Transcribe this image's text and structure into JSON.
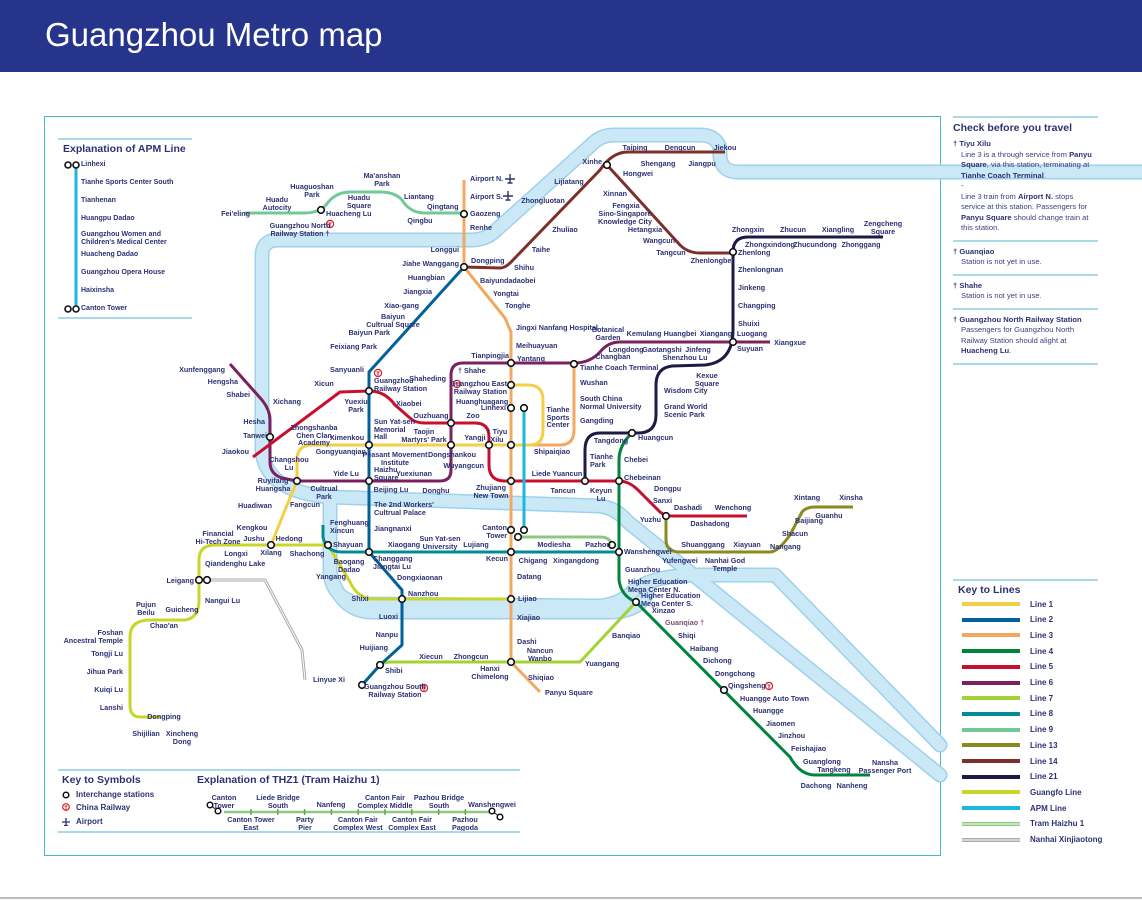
{
  "header": {
    "title": "Guangzhou Metro map"
  },
  "apm": {
    "title": "Explanation of APM Line",
    "stations": [
      "Linhexi",
      "Tianhe Sports Center South",
      "Tianhenan",
      "Huangpu Dadao",
      "Guangzhou Women and\nChildren's Medical Center",
      "Huacheng Dadao",
      "Guangzhou Opera House",
      "Haixinsha",
      "Canton Tower"
    ]
  },
  "symbols": {
    "title": "Key to Symbols",
    "items": [
      "Interchange stations",
      "China Railway",
      "Airport"
    ]
  },
  "thz1": {
    "title": "Explanation of THZ1 (Tram Haizhu 1)",
    "top": [
      "Canton\nTower",
      "Liede Bridge\nSouth",
      "Nanfeng",
      "Canton Fair\nComplex Middle",
      "Pazhou Bridge\nSouth",
      "Wanshengwei"
    ],
    "bottom": [
      "Canton Tower\nEast",
      "Party\nPier",
      "Canton Fair\nComplex West",
      "Canton Fair\nComplex East",
      "Pazhou\nPagoda"
    ]
  },
  "notes": {
    "title": "Check before you travel",
    "items": [
      {
        "title": "† Tiyu Xilu",
        "body": [
          [
            [
              "Line 3 is a through service from ",
              0
            ],
            [
              "Panyu Square",
              1
            ],
            [
              ", via this station, terminating at ",
              0
            ],
            [
              "Tianhe Coach Terminal",
              1
            ],
            [
              ".",
              0
            ]
          ],
          [
            [
              "-",
              0
            ]
          ],
          [
            [
              "Line 3 train from ",
              0
            ],
            [
              "Airport N.",
              1
            ],
            [
              " stops service at this station. Passengers for ",
              0
            ],
            [
              "Panyu Square",
              1
            ],
            [
              " should change train at this station.",
              0
            ]
          ]
        ]
      },
      {
        "title": "† Guanqiao",
        "body": [
          [
            [
              "Station is not yet in use.",
              0
            ]
          ]
        ]
      },
      {
        "title": "† Shahe",
        "body": [
          [
            [
              "Station is not yet in use.",
              0
            ]
          ]
        ]
      },
      {
        "title": "† Guangzhou North Railway Station",
        "body": [
          [
            [
              "Passengers for Guangzhou North Railway Station should alight at ",
              0
            ],
            [
              "Huacheng Lu",
              1
            ],
            [
              ".",
              0
            ]
          ]
        ]
      }
    ]
  },
  "key_lines": {
    "title": "Key to Lines",
    "items": [
      {
        "label": "Line 1",
        "color": "#f2cf45"
      },
      {
        "label": "Line 2",
        "color": "#00629b"
      },
      {
        "label": "Line 3",
        "color": "#f3a862"
      },
      {
        "label": "Line 4",
        "color": "#00843d"
      },
      {
        "label": "Line 5",
        "color": "#c8102e"
      },
      {
        "label": "Line 6",
        "color": "#7b2160"
      },
      {
        "label": "Line 7",
        "color": "#a4d233"
      },
      {
        "label": "Line 8",
        "color": "#008c95"
      },
      {
        "label": "Line 9",
        "color": "#71c997"
      },
      {
        "label": "Line 13",
        "color": "#8a8a1f"
      },
      {
        "label": "Line 14",
        "color": "#7d2f2b"
      },
      {
        "label": "Line 21",
        "color": "#1d1a45"
      },
      {
        "label": "Guangfo Line",
        "color": "#c8d62b"
      },
      {
        "label": "APM Line",
        "color": "#1cb6de"
      },
      {
        "label": "Tram Haizhu 1",
        "color": "#8cc97f"
      },
      {
        "label": "Nanhai Xinjiaotong",
        "color": "#aaaaaa"
      }
    ]
  },
  "map": {
    "river_color": "#c9e7f6",
    "stations": [
      "Airport N.",
      "Airport S.",
      "Gaozeng",
      "Renhe",
      "Longgui",
      "Jiahe Wanggang",
      "Dongping",
      "Shihu",
      "Baiyundadaobei",
      "Yongtai",
      "Tonghe",
      "Jingxi Nanfang Hospital",
      "Meihuayuan",
      "Tianpingjia",
      "Yantang",
      "Tianhe Coach Terminal",
      "Wushan",
      "South China\nNormal University",
      "Gangding",
      "Shipaiqiao",
      "Tianhe\nSports\nCenter",
      "Guangzhou East\nRailway Station",
      "Linhexi",
      "† Tiyu\nXilu",
      "Zhujiang\nNew Town",
      "Canton\nTower",
      "Kecun",
      "Datang",
      "Lijiao",
      "Xiajiao",
      "Dashi",
      "Hanxi\nChimelong",
      "Shiqiao",
      "Panyu Square",
      "Fei'eling",
      "Huadu\nAutocity",
      "Guangzhou North\nRailway Station †",
      "Huacheng Lu",
      "Huaguoshan\nPark",
      "Huadu\nSquare",
      "Ma'anshan\nPark",
      "Liantang",
      "Qingtang",
      "Qingbu",
      "Huangbian",
      "Jiangxia",
      "Xiao-gang",
      "Baiyun\nCultrual Square",
      "Baiyun Park",
      "Feixiang Park",
      "Sanyuanli",
      "Guangzhou\nRailway Station",
      "Yuexiu\nPark",
      "Sun Yat-sen\nMemorial\nHall",
      "Gongyuanqian",
      "Haizhu\nSquare",
      "Beijing Lu",
      "The 2nd Workers'\nCultrual Palace",
      "Jiangnanxi",
      "Changgang\nJiangtai Lu",
      "Dongxiaonan",
      "Nanzhou",
      "Luoxi",
      "Nanpu",
      "Huijiang",
      "Shibi",
      "Guangzhou South\nRailway Station",
      "Jiaokou",
      "Tanwei",
      "Xichang",
      "Xicun",
      "Xiaobei",
      "Ouzhuang",
      "Taojin\nMartyrs' Park",
      "Zoo",
      "Yangji",
      "Wuyangcun",
      "Liede Yuancun",
      "Tancun",
      "Keyun\nLu",
      "Chebeinan",
      "Dongpu",
      "Sanxi",
      "Yuzhu",
      "Dashadi",
      "Dashadong",
      "Wenchong",
      "Xunfenggang",
      "Hengsha",
      "Shabei",
      "Hesha",
      "Changshou\nLu",
      "Ruyifang\nHuangsha",
      "Cultrual\nPark",
      "Yide Lu",
      "Donghu",
      "Yuexiunan",
      "Peasant Movement\nInstitute",
      "Dongshankou",
      "Huanghuagang",
      "† Shahe",
      "Shaheding",
      "Changban",
      "Botanical\nGarden",
      "Longdong",
      "Kemulang",
      "Gaotangshi",
      "Huangbei",
      "Jinfeng",
      "Xiangang",
      "Luogang",
      "Suyuan",
      "Xiangxue",
      "Zhongshanba\nChen Clan\nAcademy",
      "Ximenkou",
      "Huadiwan",
      "Fangcun",
      "Kengkou",
      "Xilang",
      "Zhongluotan",
      "Lijiatang",
      "Zhuliao",
      "Taihe",
      "Xinhe",
      "Taiping",
      "Shengang",
      "Dengcun",
      "Jiangpu",
      "Jiekou",
      "Hongwei",
      "Xinnan",
      "Fengxia",
      "Sino-Singapore\nKnowledge City",
      "Hetangxia",
      "Wangcun",
      "Tangcun",
      "Zhenlongbei",
      "Zhongxin",
      "Zhucun",
      "Xiangling",
      "Zengcheng\nSquare",
      "Zhongxindong",
      "Zhucundong",
      "Zhonggang",
      "Zhenlong",
      "Zhenlongnan",
      "Jinkeng",
      "Changping",
      "Shuixi",
      "Shenzhou Lu",
      "Kexue\nSquare",
      "Wisdom City",
      "Grand World\nScenic Park",
      "Huangcun",
      "Tangdong",
      "Tianhe\nPark",
      "Chebei",
      "Wanshengwei",
      "Guanzhou",
      "Higher Education\nMega Center N.",
      "Higher Education\nMega Center S.",
      "Xinzao",
      "Guanqiao †",
      "Shiqi",
      "Haibang",
      "Dichong",
      "Dongchong",
      "Qingsheng",
      "Huangge Auto Town",
      "Huangge",
      "Jiaomen",
      "Jinzhou",
      "Feishajiao",
      "Guanglong",
      "Tangkeng",
      "Nansha\nPassenger Port",
      "Dachong",
      "Nanheng",
      "Fenghuang\nXincun",
      "Shayuan",
      "Baogang\nDadao",
      "Xiaogang",
      "Sun Yat-sen\nUniversity",
      "Lujiang",
      "Chigang",
      "Modiesha",
      "Xingangdong",
      "Pazhou",
      "Yangang",
      "Shixi",
      "Financial\nHi-Tech Zone",
      "Jushu",
      "Hedong",
      "Longxi",
      "Shachong",
      "Qiandenghu Lake",
      "Leigang",
      "Nangui Lu",
      "Pujun\nBeilu",
      "Guicheng",
      "Chao'an",
      "Foshan\nAncestral Temple",
      "Tongji Lu",
      "Jihua Park",
      "Kuiqi Lu",
      "Lanshi",
      "Dongping",
      "Shijilian",
      "Xincheng\nDong",
      "Xiecun",
      "Zhongcun",
      "Nancun\nWanbo",
      "Yuangang",
      "Banqiao",
      "Shuanggang",
      "Yufengwei",
      "Nanhai God\nTemple",
      "Xiayuan",
      "Nangang",
      "Shacun",
      "Baijiang",
      "Guanhu",
      "Xintang",
      "Xinsha",
      "Linyue Xi"
    ]
  }
}
